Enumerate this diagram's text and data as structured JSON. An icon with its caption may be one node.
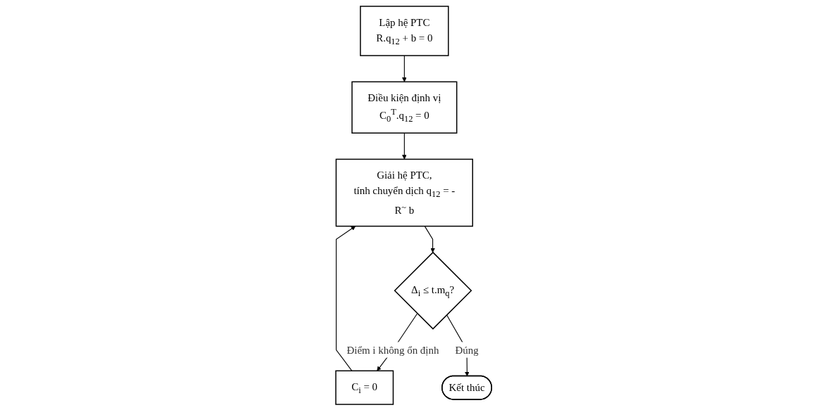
{
  "diagram": {
    "nodes": [
      {
        "text": [
          "Lập hệ PTC",
          "R.q$_{12}$ + b = 0"
        ]
      },
      {
        "text": [
          "Điều kiện định vị",
          "C$_{0}$$^{T}$.q$_{12}$ = 0"
        ]
      },
      {
        "text": [
          "Giải hệ PTC,",
          "tính chuyển dịch q$_{12}$ = -R$^{~}$ b"
        ]
      },
      {
        "text": [
          "Δ$_{i}$ ≤ t.m$_{q}$?"
        ]
      },
      {
        "text": [
          "C$_{i}$ = 0"
        ]
      },
      {
        "text": [
          "Kết thúc"
        ]
      }
    ],
    "edges": [
      {
        "from": 0,
        "to": 1,
        "arrow": "to"
      },
      {
        "from": 1,
        "to": 2,
        "arrow": "to"
      },
      {
        "from": 4,
        "to": 2,
        "arrow": "to"
      },
      {
        "from": 2,
        "to": 3,
        "arrow": "to"
      },
      {
        "from": 3,
        "to": 4,
        "arrow": "to",
        "label": "Điểm i không ổn định"
      },
      {
        "from": 3,
        "to": 5,
        "arrow": "to",
        "label": "Đúng"
      }
    ]
  }
}
